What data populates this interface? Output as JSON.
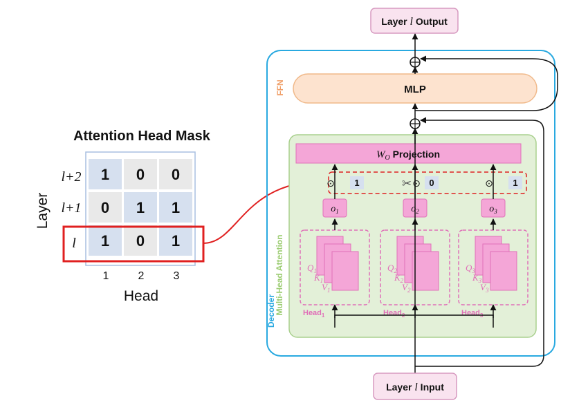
{
  "mask": {
    "title": "Attention Head Mask",
    "y_axis_label": "Layer",
    "x_axis_label": "Head",
    "row_labels": [
      "l+2",
      "l+1",
      "l"
    ],
    "column_labels": [
      "1",
      "2",
      "3"
    ],
    "rows": [
      [
        "1",
        "0",
        "0"
      ],
      [
        "0",
        "1",
        "1"
      ],
      [
        "1",
        "0",
        "1"
      ]
    ],
    "highlighted_row": "l"
  },
  "decoder": {
    "label": "Decoder",
    "ffn_label": "FFN",
    "mlp_label": "MLP",
    "mha_label": "Multi-Head Attention",
    "projection": {
      "symbol": "W",
      "subscript": "O",
      "text": " Projection"
    },
    "output_label": {
      "prefix": "Layer ",
      "var": "l",
      "suffix": " Output"
    },
    "input_label": {
      "prefix": "Layer ",
      "var": "l",
      "suffix": " Input"
    },
    "odot": "⊙",
    "scissors": "✂",
    "plus": "⊕",
    "heads": [
      {
        "head_name": "Head",
        "sub": "1",
        "output": "o",
        "mask": "1",
        "q": "Q",
        "k": "K",
        "v": "V"
      },
      {
        "head_name": "Head",
        "sub": "2",
        "output": "o",
        "mask": "0",
        "q": "Q",
        "k": "K",
        "v": "V"
      },
      {
        "head_name": "Head",
        "sub": "3",
        "output": "o",
        "mask": "1",
        "q": "Q",
        "k": "K",
        "v": "V"
      }
    ]
  },
  "colors": {
    "decoder_border": "#29a9e0",
    "ffn_text": "#f0a06a",
    "mha_text": "#9ccc72",
    "mha_bg": "#e3f0d8",
    "mha_border": "#a9d08e",
    "pink": "#f4a6d7",
    "pink_dark": "#e070b8",
    "red": "#e02020",
    "cell_bg": "#d6e0ef"
  }
}
